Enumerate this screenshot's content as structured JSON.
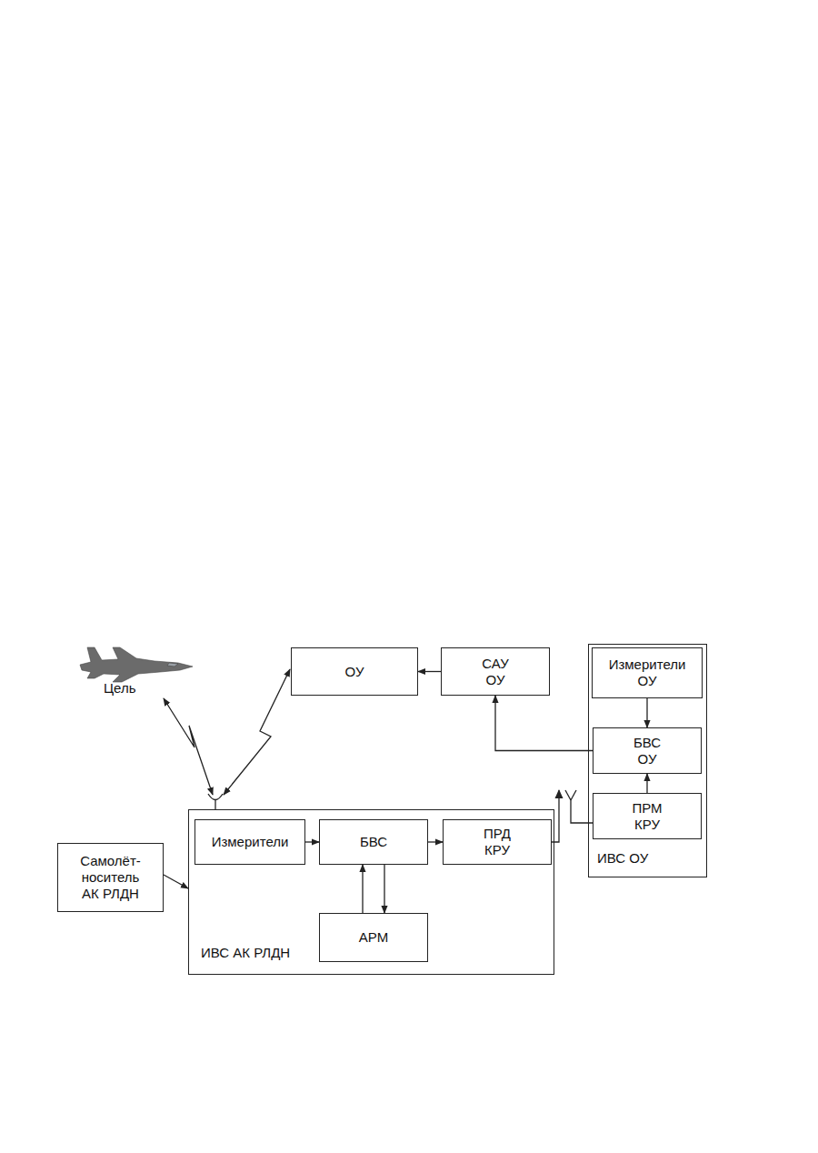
{
  "diagram": {
    "nodes": [
      {
        "text": [
          "Цель"
        ]
      },
      {
        "text": [
          "ОУ"
        ]
      },
      {
        "text": [
          "САУ ОУ"
        ]
      },
      {
        "text": [
          "ИВС ОУ"
        ]
      },
      {
        "text": [
          "Измерители ОУ"
        ],
        "in": 3
      },
      {
        "text": [
          "БВС ОУ"
        ],
        "in": 3
      },
      {
        "text": [
          "ПРМ КРУ"
        ],
        "in": 3
      },
      {
        "text": [
          "Самолёт- носитель АК РЛДН"
        ]
      },
      {
        "text": [
          "ИВС АК РЛДН"
        ]
      },
      {
        "text": [
          "Измерители"
        ],
        "in": 8
      },
      {
        "text": [
          "БВС"
        ],
        "in": 8
      },
      {
        "text": [
          "ПРД КРУ"
        ],
        "in": 8
      },
      {
        "text": [
          "АРМ"
        ],
        "in": 8
      }
    ],
    "edges": [
      {
        "from": 0,
        "to": 8,
        "arrow": "both"
      },
      {
        "from": 8,
        "to": 1,
        "arrow": "both"
      },
      {
        "from": 2,
        "to": 1,
        "arrow": "to"
      },
      {
        "from": 4,
        "to": 5,
        "arrow": "to"
      },
      {
        "from": 6,
        "to": 5,
        "arrow": "to"
      },
      {
        "from": 5,
        "to": 2,
        "arrow": "to"
      },
      {
        "from": 9,
        "to": 10,
        "arrow": "to"
      },
      {
        "from": 10,
        "to": 11,
        "arrow": "to"
      },
      {
        "from": 12,
        "to": 10,
        "arrow": "to"
      },
      {
        "from": 10,
        "to": 12,
        "arrow": "to"
      },
      {
        "from": 11,
        "to": 6,
        "arrow": "to"
      },
      {
        "from": 7,
        "to": 8,
        "arrow": "to"
      }
    ]
  }
}
